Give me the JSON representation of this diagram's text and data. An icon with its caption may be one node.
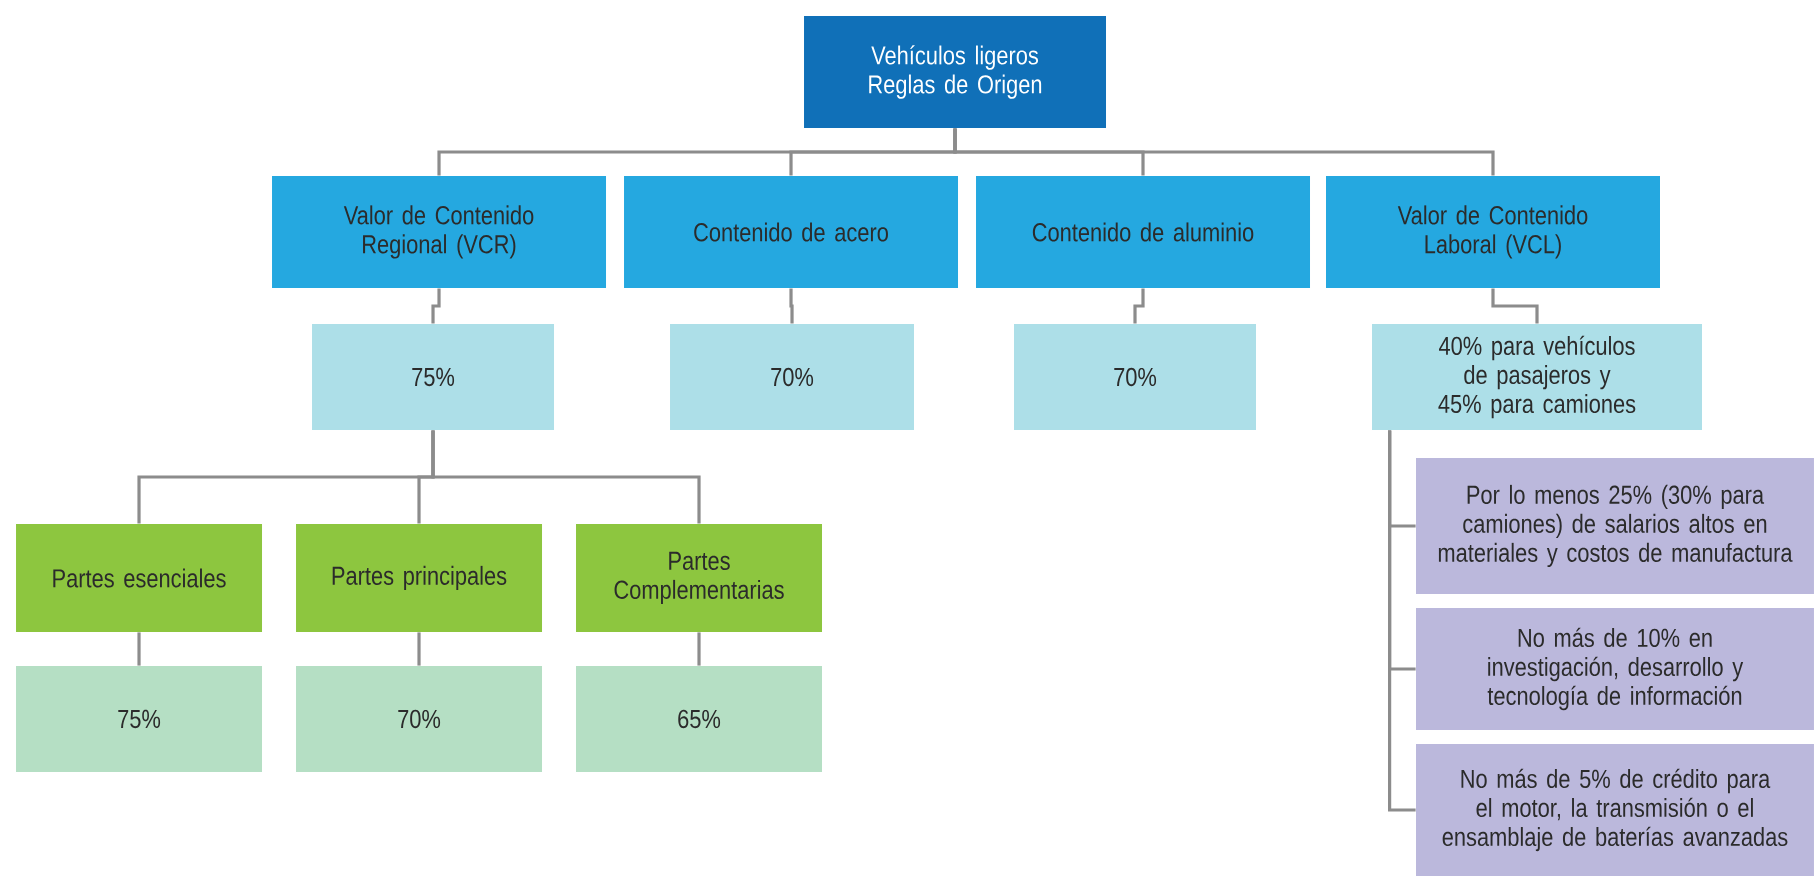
{
  "diagram": {
    "nodes": [
      {
        "text": [
          "Vehículos ligeros Reglas de Origen"
        ]
      },
      {
        "text": [
          "Valor de Contenido Regional (VCR)"
        ]
      },
      {
        "text": [
          "Contenido de acero"
        ]
      },
      {
        "text": [
          "Contenido de aluminio"
        ]
      },
      {
        "text": [
          "Valor de Contenido Laboral (VCL)"
        ]
      },
      {
        "text": [
          "75%"
        ]
      },
      {
        "text": [
          "70%"
        ]
      },
      {
        "text": [
          "70%"
        ]
      },
      {
        "text": [
          "40% para vehículos de pasajeros y 45% para camiones"
        ]
      },
      {
        "text": [
          "Partes esenciales"
        ]
      },
      {
        "text": [
          "Partes principales"
        ]
      },
      {
        "text": [
          "Partes Complementarias"
        ]
      },
      {
        "text": [
          "75%"
        ]
      },
      {
        "text": [
          "70%"
        ]
      },
      {
        "text": [
          "65%"
        ]
      },
      {
        "text": [
          "Por lo menos 25% (30% para camiones) de salarios altos en materiales y costos de manufactura"
        ]
      },
      {
        "text": [
          "No más de 10% en investigación, desarrollo y tecnología de información"
        ]
      },
      {
        "text": [
          "No más de 5% de crédito para el motor, la transmisión o el ensamblaje de baterías avanzadas"
        ]
      }
    ],
    "edges": [
      {
        "from": 0,
        "to": 1,
        "arrow": "none"
      },
      {
        "from": 0,
        "to": 2,
        "arrow": "none"
      },
      {
        "from": 0,
        "to": 3,
        "arrow": "none"
      },
      {
        "from": 0,
        "to": 4,
        "arrow": "none"
      },
      {
        "from": 1,
        "to": 5,
        "arrow": "none"
      },
      {
        "from": 2,
        "to": 6,
        "arrow": "none"
      },
      {
        "from": 3,
        "to": 7,
        "arrow": "none"
      },
      {
        "from": 4,
        "to": 8,
        "arrow": "none"
      },
      {
        "from": 5,
        "to": 9,
        "arrow": "none"
      },
      {
        "from": 5,
        "to": 10,
        "arrow": "none"
      },
      {
        "from": 5,
        "to": 11,
        "arrow": "none"
      },
      {
        "from": 9,
        "to": 12,
        "arrow": "none"
      },
      {
        "from": 10,
        "to": 13,
        "arrow": "none"
      },
      {
        "from": 11,
        "to": 14,
        "arrow": "none"
      },
      {
        "from": 8,
        "to": 15,
        "arrow": "none"
      },
      {
        "from": 8,
        "to": 16,
        "arrow": "none"
      },
      {
        "from": 8,
        "to": 17,
        "arrow": "none"
      }
    ]
  }
}
